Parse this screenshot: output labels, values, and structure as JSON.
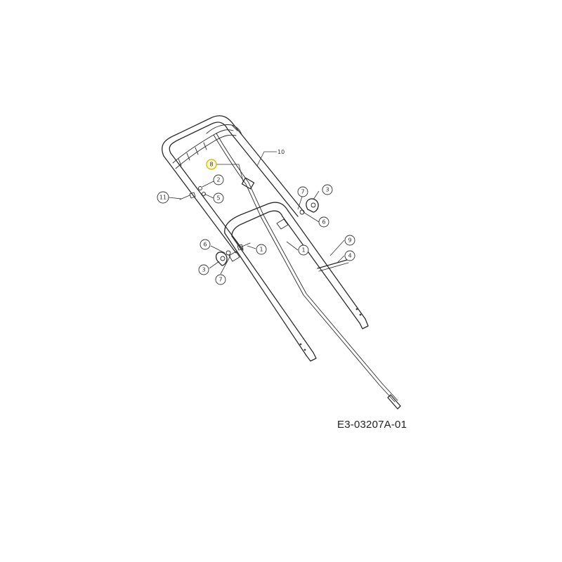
{
  "callouts": {
    "c8_top": "8",
    "c2": "2",
    "c5": "5",
    "c11": "11",
    "c10": "10",
    "c7_right": "7",
    "c3_right": "3",
    "c6_right": "6",
    "c6_left": "6",
    "c1_left": "1",
    "c3_left": "3",
    "c7_left": "7",
    "c1_right": "1",
    "c9": "9",
    "c4": "4"
  },
  "drawing_code": "E3-03207A-01"
}
